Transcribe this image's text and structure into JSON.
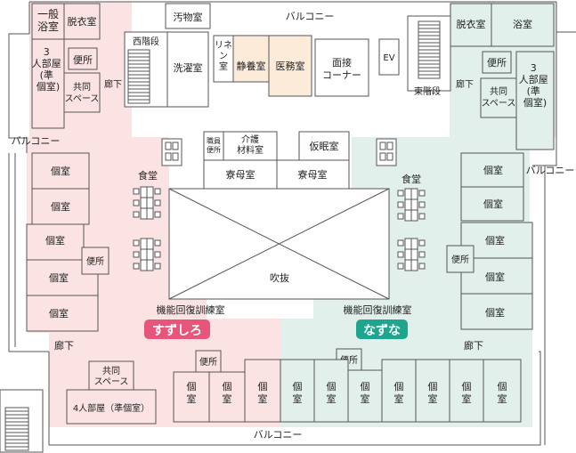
{
  "labels": {
    "general_bath": "一般\n浴室",
    "changing_room_w": "脱衣室",
    "toilet": "便所",
    "three_bed_w": "3\n人\n部\n屋\n(準\n個\n室)",
    "shared_space": "共同\nスペース",
    "corridor_v": "廊\n下",
    "balcony": "バルコニー",
    "soiled_room": "汚物室",
    "west_stairs": "西階段",
    "laundry": "洗濯室",
    "linen": "リネン\n室",
    "quiet_room": "静養室",
    "medical_office": "医務室",
    "interview_corner": "面接\nコーナー",
    "ev": "EV",
    "east_stairs": "東階段",
    "changing_room_e": "脱衣室",
    "bath_e": "浴室",
    "three_bed_e": "3\n人\n部\n屋\n(準\n個\n室)",
    "staff_toilet": "職員\n便所",
    "care_storage": "介護\n材料室",
    "nap_room": "仮眠室",
    "dorm_mother": "寮母室",
    "dining": "食堂",
    "private_room": "個室",
    "private_v": "個\n室",
    "atrium": "吹抜",
    "rehab_room": "機能回復訓練室",
    "unit_west": "すずしろ",
    "unit_east": "なずな",
    "corridor": "廊下",
    "four_bed": "4人部屋（準個室）"
  },
  "colors": {
    "pink_zone": "#fbe3e3",
    "green_zone": "#e2f0ec",
    "unit_west_badge": "#e8557a",
    "unit_east_badge": "#1fa58e",
    "peach_room": "#fdebd9",
    "wall": "#555555"
  }
}
